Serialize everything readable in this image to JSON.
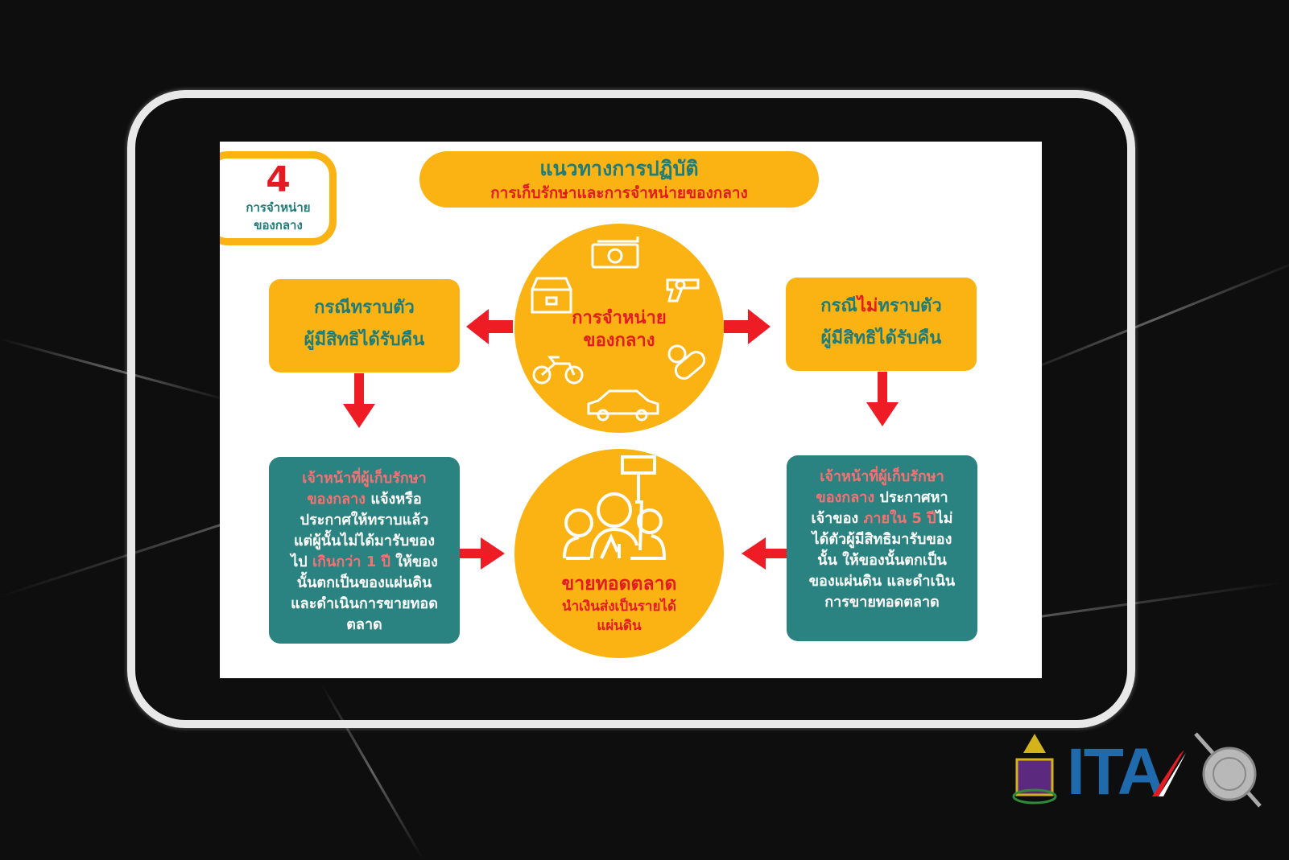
{
  "badge": {
    "number": "4",
    "label_line1": "การจำหน่าย",
    "label_line2": "ของกลาง"
  },
  "title": {
    "main": "แนวทางการปฏิบัติ",
    "sub": "การเก็บรักษาและการจำหน่ายของกลาง"
  },
  "center_top": {
    "line1": "การจำหน่าย",
    "line2": "ของกลาง",
    "icons": [
      "money-icon",
      "treasure-chest-icon",
      "gun-icon",
      "motorcycle-icon",
      "pills-icon",
      "car-icon"
    ]
  },
  "left_case": {
    "line1": "กรณีทราบตัว",
    "line2": "ผู้มีสิทธิได้รับคืน"
  },
  "right_case": {
    "line1_a": "กรณี",
    "line1_b": "ไม่",
    "line1_c": "ทราบตัว",
    "line2": "ผู้มีสิทธิได้รับคืน"
  },
  "left_detail": {
    "hl1": "เจ้าหน้าที่ผู้เก็บรักษา",
    "hl2": "ของกลาง",
    "t1": " แจ้งหรือ",
    "t2": "ประกาศให้ทราบแล้ว",
    "t3": "แต่ผู้นั้นไม่ได้มารับของ",
    "t4": "ไป ",
    "hl3": "เกินกว่า 1 ปี",
    "t5": " ให้ของ",
    "t6": "นั้นตกเป็นของแผ่นดิน",
    "t7": "และดำเนินการขายทอด",
    "t8": "ตลาด"
  },
  "right_detail": {
    "hl1": "เจ้าหน้าที่ผู้เก็บรักษา",
    "hl2": "ของกลาง",
    "t1": " ประกาศหา",
    "t2": "เจ้าของ ",
    "hl3": "ภายใน 5 ปี",
    "t3": "ไม่",
    "t4": "ได้ตัวผู้มีสิทธิมารับของ",
    "t5": "นั้น ให้ของนั้นตกเป็น",
    "t6": "ของแผ่นดิน และดำเนิน",
    "t7": "การขายทอดตลาด"
  },
  "center_bottom": {
    "line1": "ขายทอดตลาด",
    "line2": "นำเงินส่งเป็นรายได้",
    "line3": "แผ่นดิน"
  },
  "logos": {
    "ita": "ITA"
  },
  "colors": {
    "orange": "#fbb313",
    "teal": "#2a8380",
    "red": "#e31b23",
    "background": "#0e0e0e"
  }
}
